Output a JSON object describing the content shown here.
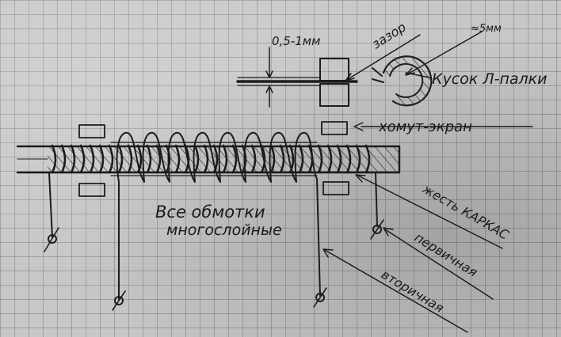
{
  "labels": {
    "gap_size": "0,5-1мм",
    "gap": "зазор",
    "size": "≈5мм",
    "piece": "Кусок Л-палки",
    "clamp": "хомут-экран",
    "frame": "жесть КАРКАС",
    "primary": "первичная",
    "secondary": "вторичная",
    "note_line1": "Все обмотки",
    "note_line2": "многослойные"
  }
}
